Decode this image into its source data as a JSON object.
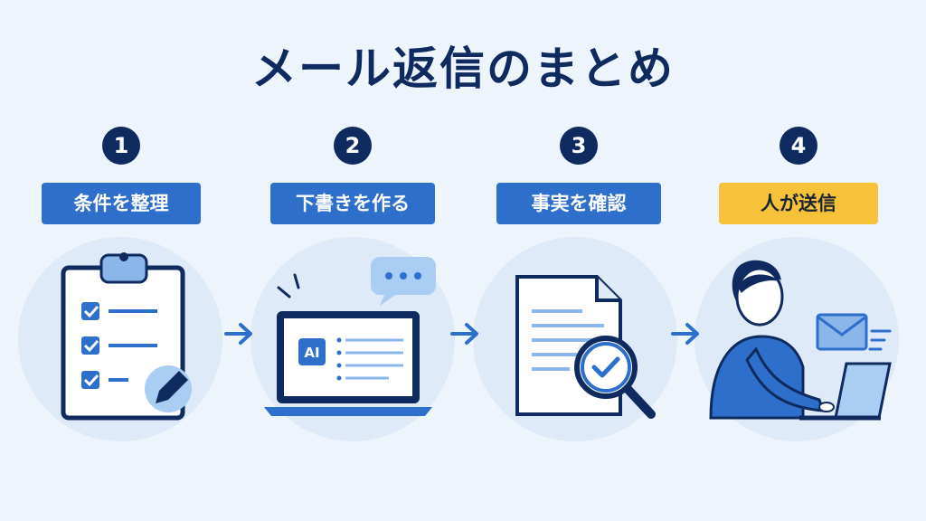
{
  "title": "メール返信のまとめ",
  "steps": [
    {
      "number": "1",
      "label": "条件を整理",
      "icon": "clipboard-checklist-icon"
    },
    {
      "number": "2",
      "label": "下書きを作る",
      "icon": "laptop-ai-icon",
      "ai_badge": "AI"
    },
    {
      "number": "3",
      "label": "事実を確認",
      "icon": "document-magnifier-icon"
    },
    {
      "number": "4",
      "label": "人が送信",
      "icon": "person-sending-email-icon"
    }
  ],
  "colors": {
    "navy": "#0f2a5e",
    "blue": "#2f6fcc",
    "yellow": "#f6c23a",
    "background": "#eef4fb",
    "circle": "#dfeaf8"
  }
}
